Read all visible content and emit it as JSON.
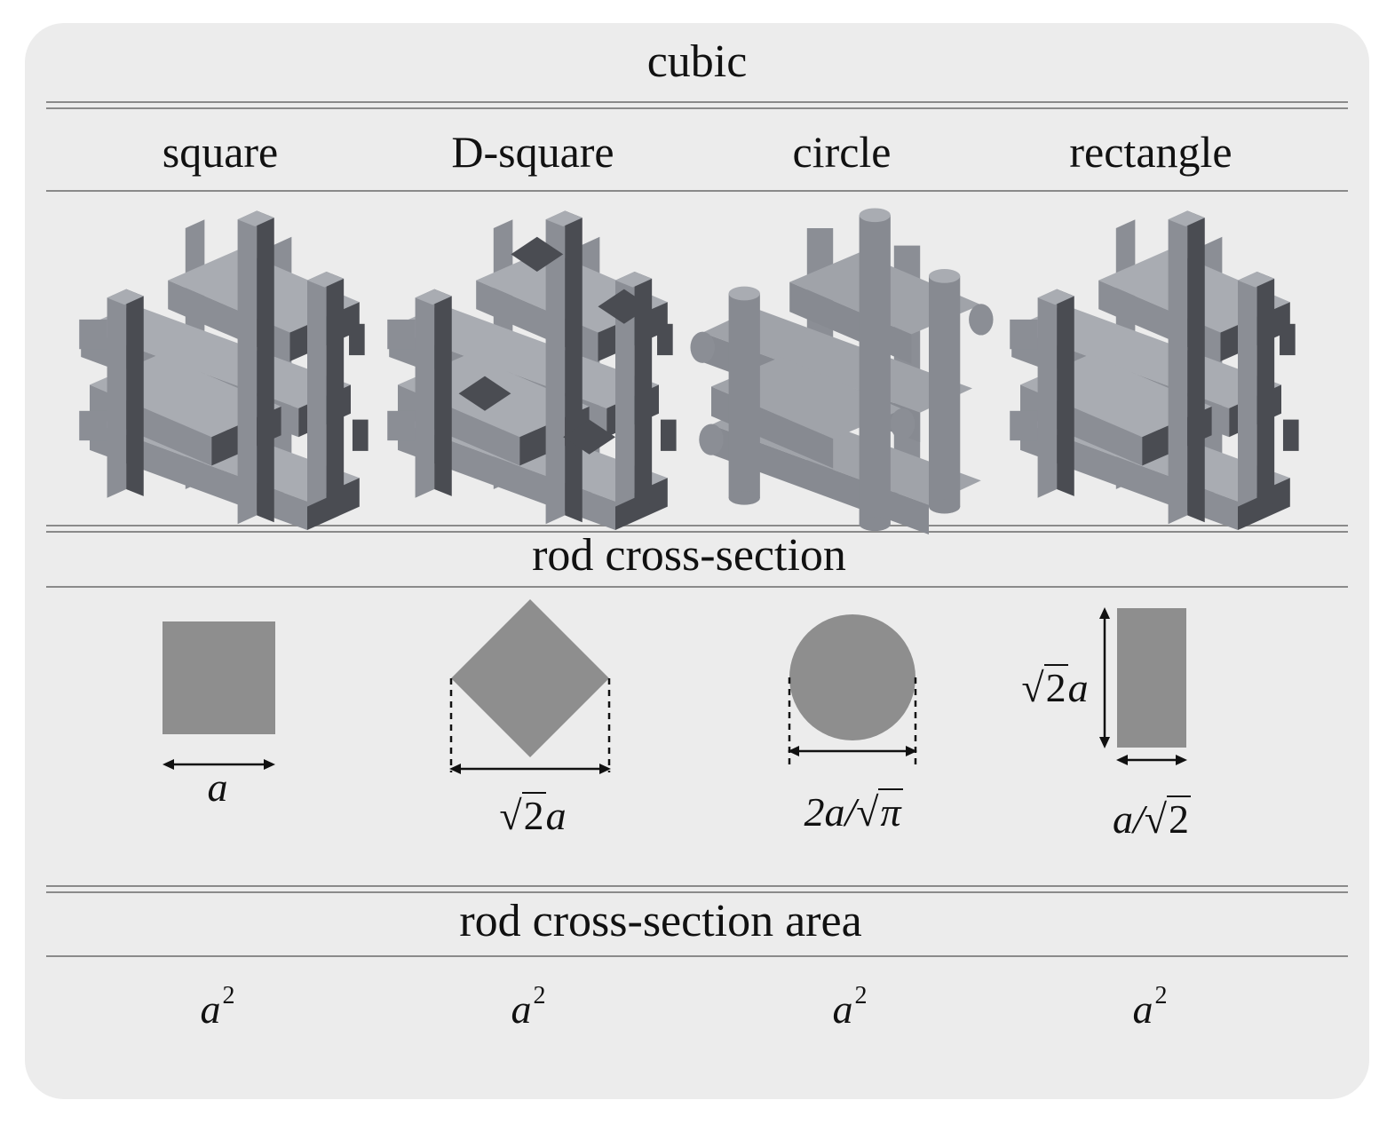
{
  "title": "cubic",
  "columns": [
    {
      "name": "square"
    },
    {
      "name": "D-square"
    },
    {
      "name": "circle"
    },
    {
      "name": "rectangle"
    }
  ],
  "section_cross": "rod cross-section",
  "section_area": "rod cross-section area",
  "dimensions": {
    "square": {
      "base": "a"
    },
    "dsquare": {
      "coef": "2",
      "var": "a"
    },
    "circle": {
      "pre": "2a/",
      "rad": "π"
    },
    "rect": {
      "h_coef": "2",
      "h_var": "a",
      "w_pre": "a/",
      "w_rad": "2"
    }
  },
  "areas": [
    {
      "base": "a",
      "exp": "2"
    },
    {
      "base": "a",
      "exp": "2"
    },
    {
      "base": "a",
      "exp": "2"
    },
    {
      "base": "a",
      "exp": "2"
    }
  ],
  "colors": {
    "panel": "#ececec",
    "rod_top": "#a9acb2",
    "rod_front": "#8b8e95",
    "rod_side": "#4a4c52",
    "section_fill": "#8e8e8e"
  }
}
